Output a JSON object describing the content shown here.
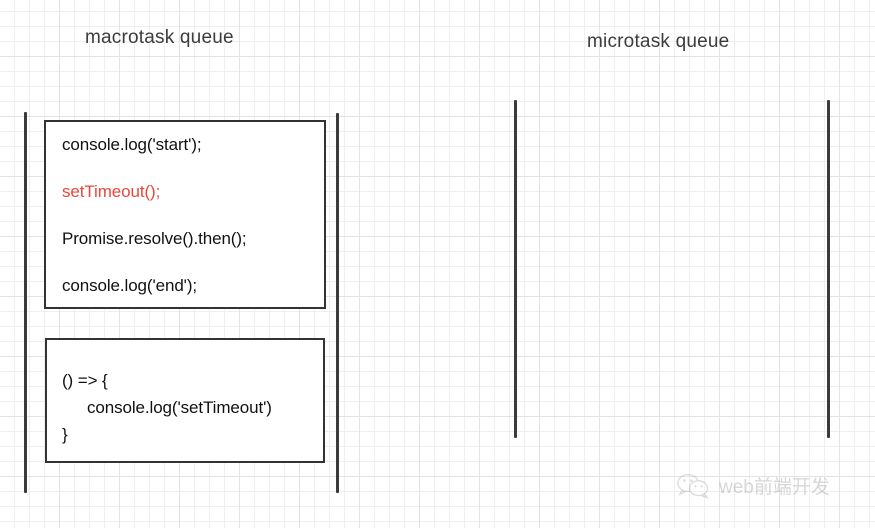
{
  "diagram": {
    "title_macrotask": "macrotask queue",
    "title_microtask": "microtask queue",
    "macrotask_queue": {
      "label": "macrotask queue",
      "items": [
        {
          "name": "script-task",
          "lines": [
            {
              "text": "console.log('start');",
              "color": "#111111"
            },
            {
              "text": "setTimeout();",
              "color": "#e8473d"
            },
            {
              "text": "Promise.resolve().then();",
              "color": "#111111"
            },
            {
              "text": "console.log('end');",
              "color": "#111111"
            }
          ]
        },
        {
          "name": "settimeout-callback-task",
          "lines": [
            {
              "text": "() => {",
              "color": "#111111"
            },
            {
              "text": "console.log('setTimeout')",
              "color": "#111111"
            },
            {
              "text": "}",
              "color": "#111111"
            }
          ]
        }
      ]
    },
    "microtask_queue": {
      "label": "microtask queue",
      "items": []
    }
  },
  "watermark": {
    "text": "web前端开发",
    "icon": "wechat-icon"
  },
  "colors": {
    "accent_red": "#e8473d",
    "text": "#111111",
    "title": "#3c3c3c",
    "rail": "#3b3b3b",
    "border": "#333333",
    "grid": "#e3e3e3",
    "background": "#ffffff"
  }
}
